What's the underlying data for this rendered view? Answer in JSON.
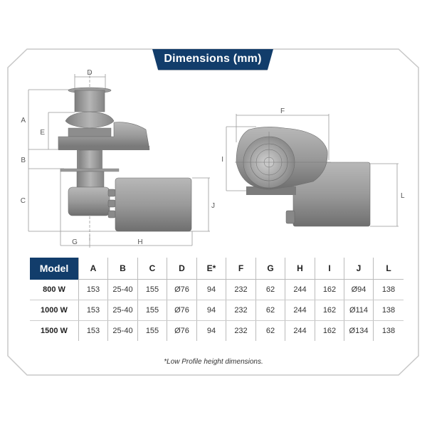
{
  "title": "Dimensions (mm)",
  "colors": {
    "banner": "#123d6b",
    "frame": "#c8c8c8",
    "dimension_line": "#888888",
    "body_gray": "#8a8a8a"
  },
  "side_view": {
    "labels": [
      "A",
      "B",
      "C",
      "D",
      "E",
      "G",
      "H",
      "J"
    ]
  },
  "top_view": {
    "labels": [
      "F",
      "I",
      "L"
    ]
  },
  "dim_labels": {
    "A": "A",
    "B": "B",
    "C": "C",
    "D": "D",
    "E": "E",
    "F": "F",
    "G": "G",
    "H": "H",
    "I": "I",
    "J": "J",
    "L": "L"
  },
  "table": {
    "headers": [
      "Model",
      "A",
      "B",
      "C",
      "D",
      "E*",
      "F",
      "G",
      "H",
      "I",
      "J",
      "L"
    ],
    "rows": [
      {
        "model": "800 W",
        "values": [
          "153",
          "25-40",
          "155",
          "Ø76",
          "94",
          "232",
          "62",
          "244",
          "162",
          "Ø94",
          "138"
        ]
      },
      {
        "model": "1000 W",
        "values": [
          "153",
          "25-40",
          "155",
          "Ø76",
          "94",
          "232",
          "62",
          "244",
          "162",
          "Ø114",
          "138"
        ]
      },
      {
        "model": "1500 W",
        "values": [
          "153",
          "25-40",
          "155",
          "Ø76",
          "94",
          "232",
          "62",
          "244",
          "162",
          "Ø134",
          "138"
        ]
      }
    ]
  },
  "footnote": "*Low Profile height dimensions."
}
